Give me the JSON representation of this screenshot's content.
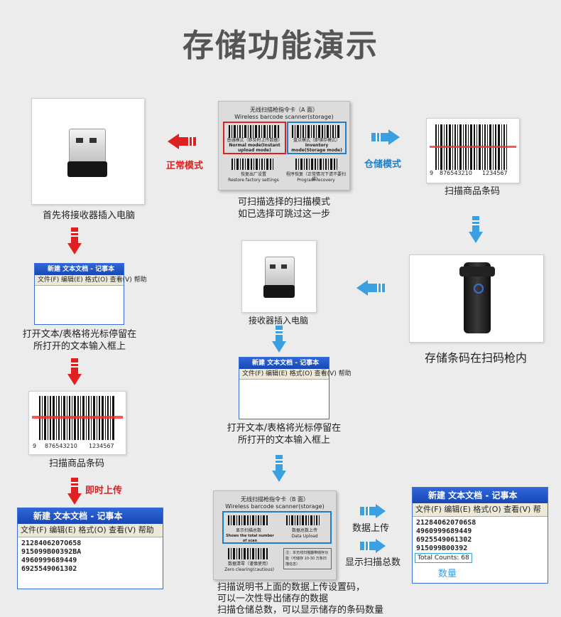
{
  "title": "存储功能演示",
  "captions": {
    "insert_receiver": "首先将接收器插入电脑",
    "card_a_note_1": "可扫描选择的扫描模式",
    "card_a_note_2": "如已选择可跳过这一步",
    "scan_barcode_right": "扫描商品条码",
    "open_text_left_1": "打开文本/表格将光标停留在",
    "open_text_left_2": "所打开的文本输入框上",
    "receiver_inserted": "接收器插入电脑",
    "stored_in_scanner": "存储条码在扫码枪内",
    "open_text_mid_1": "打开文本/表格将光标停留在",
    "open_text_mid_2": "所打开的文本输入框上",
    "scan_barcode_left": "扫描商品条码",
    "bottom_1": "扫描说明书上面的数据上传设置码，",
    "bottom_2": "可以一次性导出储存的数据",
    "bottom_3": "扫描仓储总数，可以显示储存的条码数量"
  },
  "labels": {
    "normal_mode": "正常模式",
    "storage_mode": "仓储模式",
    "instant_upload": "即时上传",
    "data_upload": "数据上传",
    "show_total": "显示扫描总数",
    "quantity": "数量"
  },
  "card_a": {
    "title": "无线扫描枪指令卡（A 面）",
    "subtitle": "Wireless barcode scanner(storage)",
    "normal_cn": "普通模式（即及时上传数据）",
    "normal_en": "Normal mode(Instant upload mode)",
    "storage_cn": "盘点模式（即储存模式）",
    "storage_en": "Inventory mode(Storage mode)",
    "restore_cn": "恢复出厂设置",
    "restore_en": "Restore factory settings",
    "recover_cn": "程序恢复（正常情况下请不要扫描）",
    "recover_en": "Program recovery"
  },
  "card_b": {
    "title": "无线扫描枪指令卡（B 面）",
    "subtitle": "Wireless barcode scanner(storage)",
    "show_cn": "显示扫描总数",
    "show_en": "Shows the total number of scan",
    "upload_cn": "数据总数上传",
    "upload_en": "Data Upload",
    "zero_cn": "数据清零（谨慎使用）",
    "zero_en": "Zero clearing(cautious)",
    "note": "注：本无线扫描器带储存功能（可储存 10-30 万条扫描信息）"
  },
  "barcode": {
    "digits_left": "9",
    "digits_mid": "876543210",
    "digits_right": "1234567"
  },
  "notepad_small": {
    "title": "新建 文本文档 - 记事本",
    "menu": "文件(F)  编辑(E)  格式(O)  查看(V)  帮助"
  },
  "notepad_bottom_left": {
    "title": "新建 文本文档 - 记事本",
    "menu": "文件(F)  编辑(E)  格式(O)  查看(V)  帮助",
    "lines": [
      "2128406207O658",
      "915099B00392BA",
      "4960999689449",
      "6925549061302"
    ]
  },
  "notepad_bottom_right": {
    "title": "新建 文本文档 - 记事本",
    "menu": "文件(F)  编辑(E)  格式(O)  查看(V)  帮",
    "lines": [
      "212840620706S8",
      "4960999689449",
      "6925549061302",
      "915099B00392"
    ],
    "total_label": "Total Counts:",
    "total_value": "68"
  },
  "colors": {
    "red": "#e02020",
    "blue": "#1e7fc8",
    "accent_blue": "#3aa0e0"
  }
}
